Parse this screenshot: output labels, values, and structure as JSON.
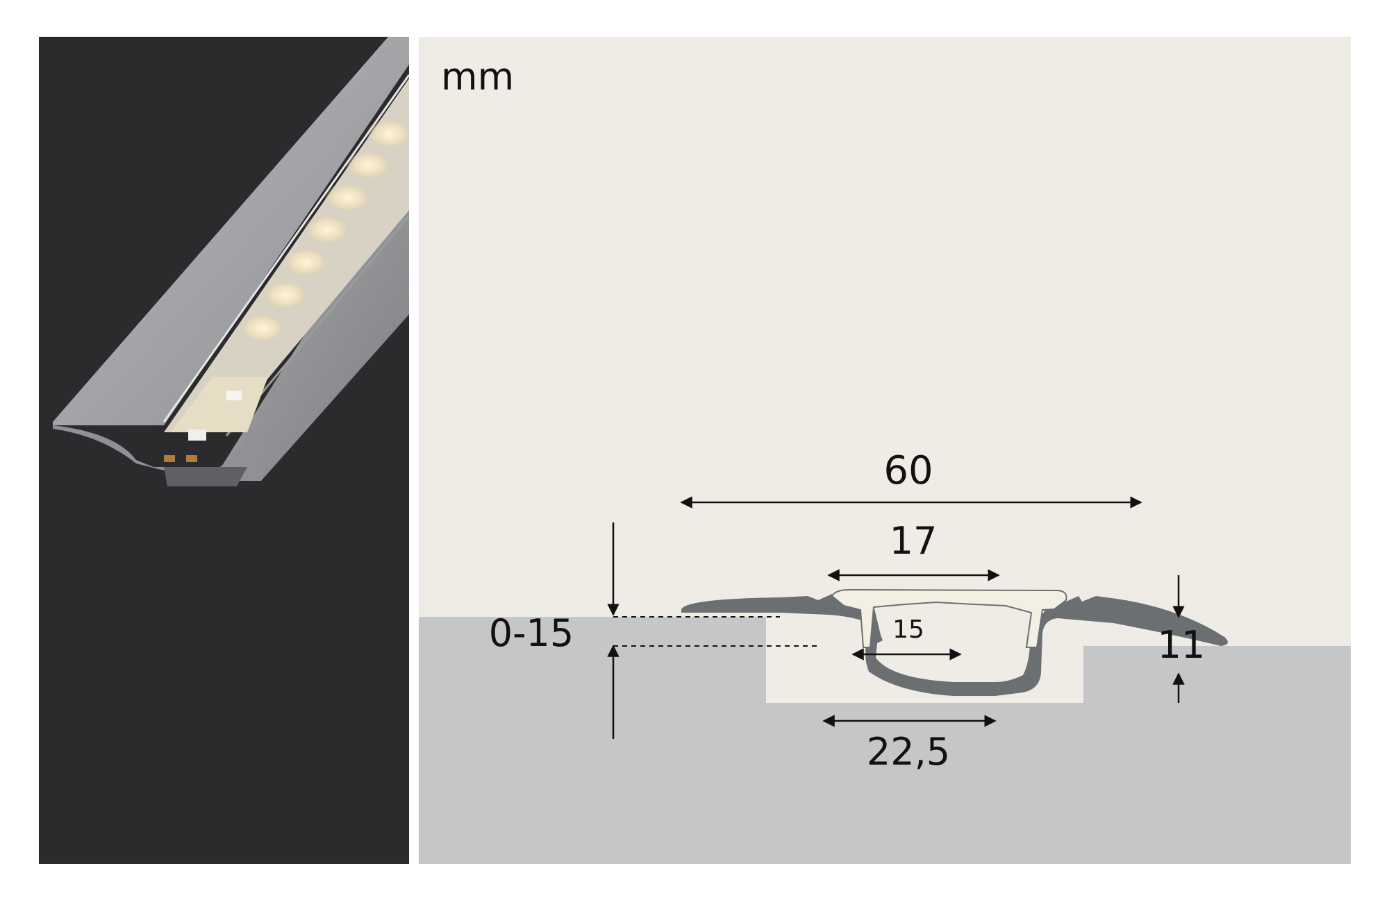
{
  "unit_label": "mm",
  "dimensions": {
    "overall_width": "60",
    "cover_width": "17",
    "inner_channel_width": "15",
    "base_width": "22,5",
    "height": "11",
    "adjustable_depth": "0-15"
  },
  "colors": {
    "photo_background": "#2b2b2d",
    "drawing_background": "#efece6",
    "floor_grey": "#c5c6c8",
    "profile_aluminium": "#6b6f72",
    "diffuser": "#f3efe2",
    "led_glow": "#fff4d6"
  }
}
